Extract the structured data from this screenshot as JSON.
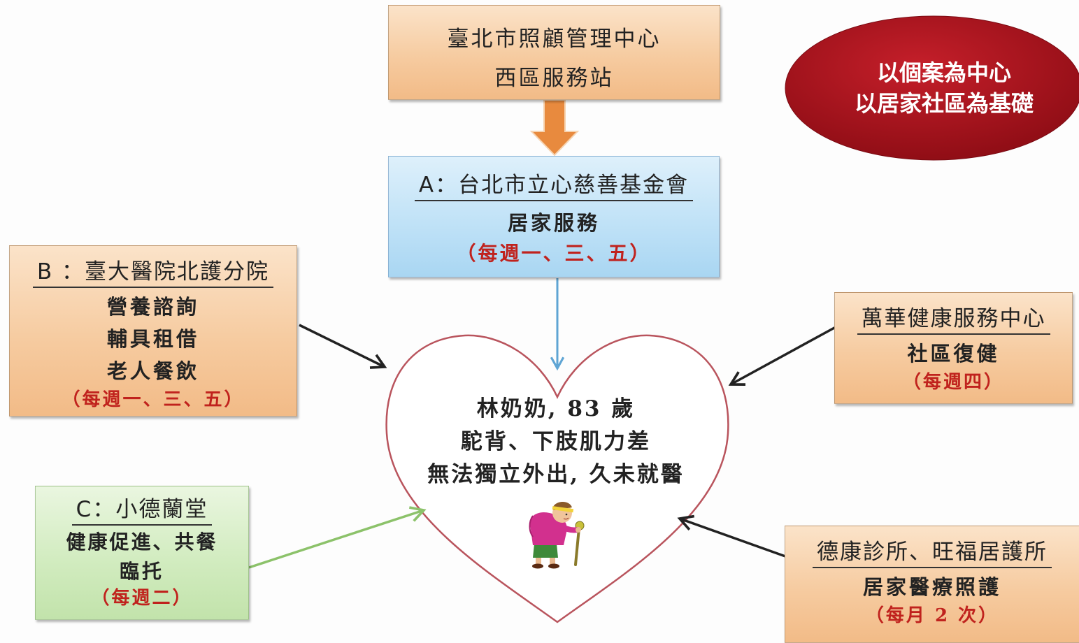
{
  "care_center": {
    "line1": "臺北市照顧管理中心",
    "line2": "西區服務站"
  },
  "principle": {
    "line1": "以個案為中心",
    "line2": "以居家社區為基礎"
  },
  "provider_a": {
    "title": "A：台北市立心慈善基金會",
    "services": [
      "居家服務"
    ],
    "schedule": "（每週一、三、五）"
  },
  "provider_b": {
    "title": "B ：臺大醫院北護分院",
    "services": [
      "營養諮詢",
      "輔具租借",
      "老人餐飲"
    ],
    "schedule": "（每週一、三、五）"
  },
  "provider_c": {
    "title": "C：小德蘭堂",
    "services": [
      "健康促進、共餐",
      "臨托"
    ],
    "schedule": "（每週二）"
  },
  "provider_wanhua": {
    "title": "萬華健康服務中心",
    "services": [
      "社區復健"
    ],
    "schedule": "（每週四）"
  },
  "provider_clinic": {
    "title": "德康診所、旺福居護所",
    "services": [
      "居家醫療照護"
    ],
    "schedule": "（每月 2 次）"
  },
  "client": {
    "line1": "林奶奶, 83 歲",
    "line2": "駝背、下肢肌力差",
    "line3": "無法獨立外出, 久未就醫"
  },
  "colors": {
    "ellipse_red": "#a5121c",
    "arrow_orange": "#e88a3e",
    "arrow_blue": "#5fa5d4",
    "arrow_green": "#8cc26a",
    "arrow_black": "#222222",
    "heart_stroke": "#b9545d",
    "schedule_red": "#c0221d"
  }
}
